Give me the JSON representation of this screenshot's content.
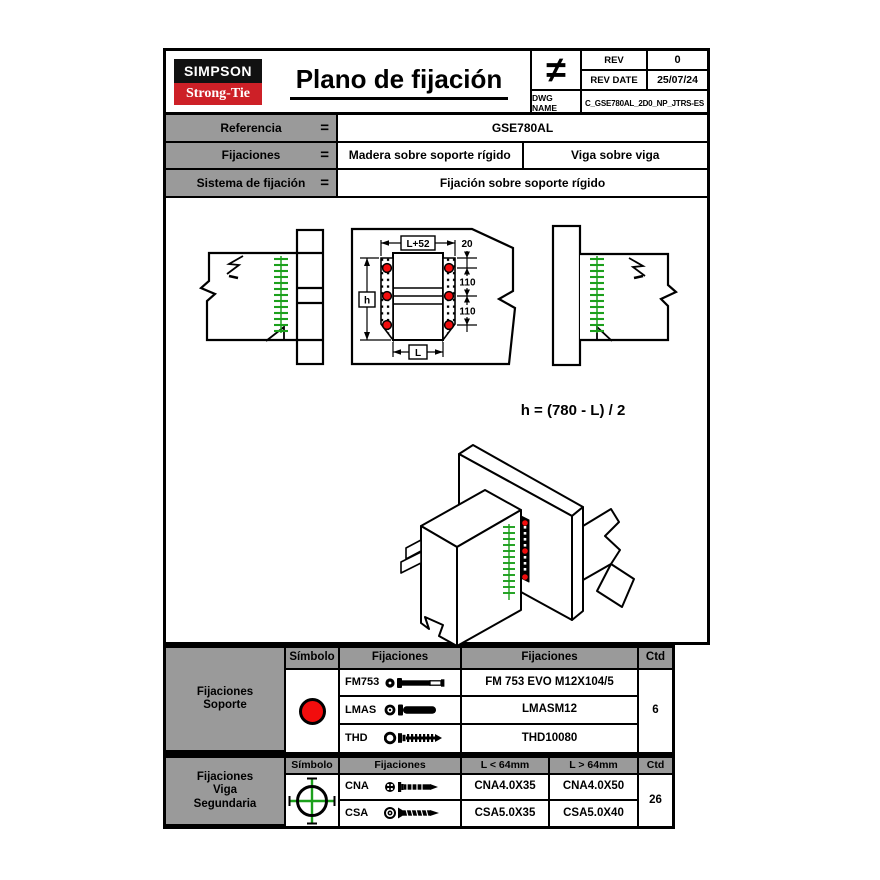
{
  "header": {
    "brand_top": "SIMPSON",
    "brand_bottom": "Strong-Tie",
    "title": "Plano de fijación",
    "projection_symbol": "≠",
    "rev_label": "REV",
    "rev_value": "0",
    "rev_date_label": "REV DATE",
    "rev_date_value": "25/07/24",
    "dwg_label": "DWG NAME",
    "dwg_value": "C_GSE780AL_2D0_NP_JTRS-ES"
  },
  "info_rows": [
    {
      "label": "Referencia",
      "eq": "=",
      "value_full": "GSE780AL"
    },
    {
      "label": "Fijaciones",
      "eq": "=",
      "value_left": "Madera sobre soporte rígido",
      "value_right": "Viga sobre viga"
    },
    {
      "label": "Sistema de fijación",
      "eq": "=",
      "value_full": "Fijación sobre soporte rígido"
    }
  ],
  "drawing": {
    "dim_top": "L+52",
    "dim_20": "20",
    "dim_110a": "110",
    "dim_110b": "110",
    "dim_h": "h",
    "dim_L": "L",
    "formula": "h = (780 - L) / 2"
  },
  "support_table": {
    "label_line1": "Fijaciones",
    "label_line2": "Soporte",
    "col_simbolo": "Símbolo",
    "col_fijaciones_icon": "Fijaciones",
    "col_fijaciones_name": "Fijaciones",
    "col_ctd": "Ctd",
    "rows": [
      {
        "code": "FM753",
        "name": "FM 753 EVO M12X104/5"
      },
      {
        "code": "LMAS",
        "name": "LMASM12"
      },
      {
        "code": "THD",
        "name": "THD10080"
      }
    ],
    "qty": "6"
  },
  "beam_table": {
    "label_line1": "Fijaciones",
    "label_line2": "Viga",
    "label_line3": "Segundaria",
    "col_simbolo": "Símbolo",
    "col_fijaciones": "Fijaciones",
    "col_short": "L < 64mm",
    "col_long": "L > 64mm",
    "col_ctd": "Ctd",
    "rows": [
      {
        "code": "CNA",
        "short": "CNA4.0X35",
        "long": "CNA4.0X50"
      },
      {
        "code": "CSA",
        "short": "CSA5.0X35",
        "long": "CSA5.0X40"
      }
    ],
    "qty": "26"
  },
  "colors": {
    "brand_red": "#cd2027",
    "symbol_red": "#f20d0d",
    "screw_green": "#1ca01c",
    "cell_gray": "#9a9a9a"
  }
}
